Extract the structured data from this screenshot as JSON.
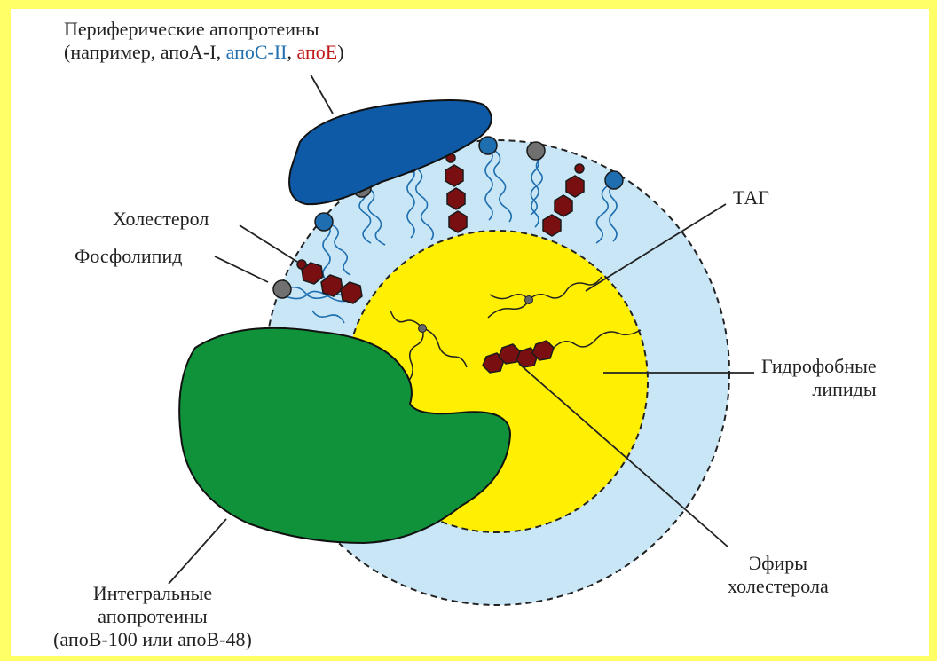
{
  "labels": {
    "peripheral_line1": "Периферические апопротеины",
    "peripheral_open": "(например, апоА-I, ",
    "apoC": "апоС-II",
    "comma": ", ",
    "apoE": "апоЕ",
    "close": ")",
    "cholesterol": "Холестерол",
    "phospholipid": "Фосфолипид",
    "tag": "ТАГ",
    "hydrophobic_line1": "Гидрофобные",
    "hydrophobic_line2": "липиды",
    "esters_line1": "Эфиры",
    "esters_line2": "холестерола",
    "integral_line1": "Интегральные",
    "integral_line2": "апопротеины",
    "integral_line3": "(апоВ-100 или апоВ-48)"
  },
  "colors": {
    "border": "#ffff66",
    "outer_shell": "#c8e6f6",
    "core": "#ffef00",
    "apo_peripheral": "#0e5aa7",
    "apo_integral": "#10923a",
    "cholesterol": "#7a0f12",
    "head_blue": "#1f6fb0",
    "head_gray": "#707070"
  }
}
